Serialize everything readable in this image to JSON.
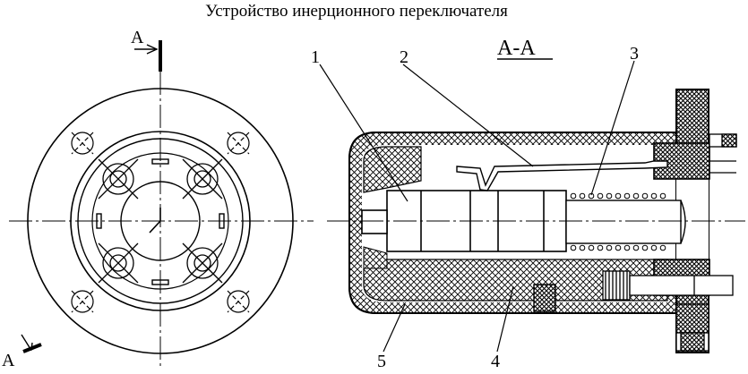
{
  "title": "Устройство инерционного переключателя",
  "view_marker_top": "А",
  "view_marker_bottom": "А",
  "section_label": "А-А",
  "callouts": [
    "1",
    "2",
    "3",
    "4",
    "5"
  ]
}
